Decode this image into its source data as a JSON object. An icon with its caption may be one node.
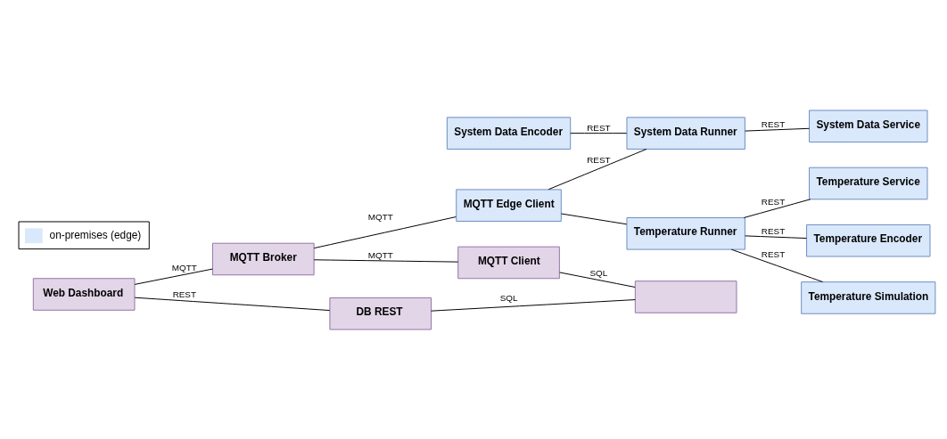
{
  "diagram": {
    "nodes": [
      {
        "text": [
          "System Data Encoder"
        ]
      },
      {
        "text": [
          "System Data Runner"
        ]
      },
      {
        "text": [
          "System Data Service"
        ]
      },
      {
        "text": [
          "Web Dashboard"
        ]
      },
      {
        "text": [
          "MQTT Broker"
        ]
      },
      {
        "text": [
          "MQTT Edge Client"
        ]
      },
      {
        "text": [
          "DB REST"
        ]
      },
      {
        "text": [
          "MQTT Client"
        ]
      },
      {
        "text": [
          "Temperature Runner"
        ]
      },
      {
        "text": [
          "Temperature Service"
        ]
      },
      {
        "text": [
          "Temperature Encoder"
        ]
      },
      {
        "text": [
          "Temperature Simulation"
        ]
      },
      {
        "text": [],
        "shape": "box"
      }
    ],
    "edges": [
      {
        "from": 0,
        "to": 1,
        "arrow": "none",
        "label": "REST"
      },
      {
        "from": 1,
        "to": 2,
        "arrow": "none",
        "label": "REST"
      },
      {
        "from": 3,
        "to": 4,
        "arrow": "none",
        "label": "MQTT"
      },
      {
        "from": 4,
        "to": 5,
        "arrow": "none",
        "label": "MQTT"
      },
      {
        "from": 5,
        "to": 1,
        "arrow": "none",
        "label": "REST"
      },
      {
        "from": 5,
        "to": 8,
        "arrow": "none"
      },
      {
        "from": 3,
        "to": 6,
        "arrow": "none",
        "label": "REST"
      },
      {
        "from": 4,
        "to": 7,
        "arrow": "none",
        "label": "MQTT"
      },
      {
        "from": 6,
        "to": 12,
        "arrow": "none",
        "label": "SQL"
      },
      {
        "from": 7,
        "to": 12,
        "arrow": "none",
        "label": "SQL"
      },
      {
        "from": 8,
        "to": 9,
        "arrow": "none",
        "label": "REST"
      },
      {
        "from": 8,
        "to": 10,
        "arrow": "none",
        "label": "REST"
      },
      {
        "from": 8,
        "to": 11,
        "arrow": "none",
        "label": "REST"
      }
    ],
    "legend": [
      {
        "text": "on-premises (edge)",
        "color": "#dae8fc"
      }
    ]
  }
}
